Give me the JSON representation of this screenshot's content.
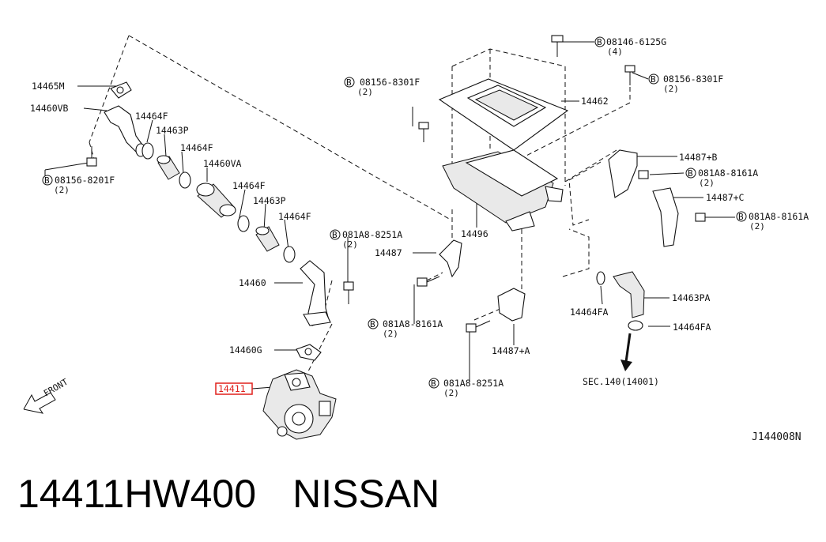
{
  "diagram_code": "J144008N",
  "front_label": "FRONT",
  "highlight_color": "#e0201c",
  "caption": {
    "part_number": "14411HW400",
    "brand": "NISSAN"
  },
  "labels": {
    "p14465M": "14465M",
    "p14460VB": "14460VB",
    "p14464F_1": "14464F",
    "p14463P_1": "14463P",
    "p14464F_2": "14464F",
    "p14460VA": "14460VA",
    "p14464F_3": "14464F",
    "p14463P_2": "14463P",
    "p14464F_4": "14464F",
    "p14460": "14460",
    "p14460G": "14460G",
    "p14411": "14411",
    "p14462": "14462",
    "p14496": "14496",
    "p14487": "14487",
    "p14487B": "14487+B",
    "p14487C": "14487+C",
    "p14487A": "14487+A",
    "p14463PA": "14463PA",
    "p14464FA_1": "14464FA",
    "p14464FA_2": "14464FA",
    "sec": "SEC.140(14001)"
  },
  "bolts": {
    "b1": {
      "marker": "B",
      "code": "08146-6125G",
      "qty": "(4)"
    },
    "b2": {
      "marker": "B",
      "code": "08156-8301F",
      "qty": "(2)"
    },
    "b3": {
      "marker": "B",
      "code": "08156-8301F",
      "qty": "(2)"
    },
    "b4": {
      "marker": "B",
      "code": "081A8-8161A",
      "qty": "(2)"
    },
    "b5": {
      "marker": "B",
      "code": "081A8-8161A",
      "qty": "(2)"
    },
    "b6": {
      "marker": "B",
      "code": "08156-8201F",
      "qty": "(2)"
    },
    "b7": {
      "marker": "B",
      "code": "081A8-8251A",
      "qty": "(2)"
    },
    "b8": {
      "marker": "B",
      "code": "081A8-8161A",
      "qty": "(2)"
    },
    "b9": {
      "marker": "B",
      "code": "081A8-8251A",
      "qty": "(2)"
    }
  }
}
